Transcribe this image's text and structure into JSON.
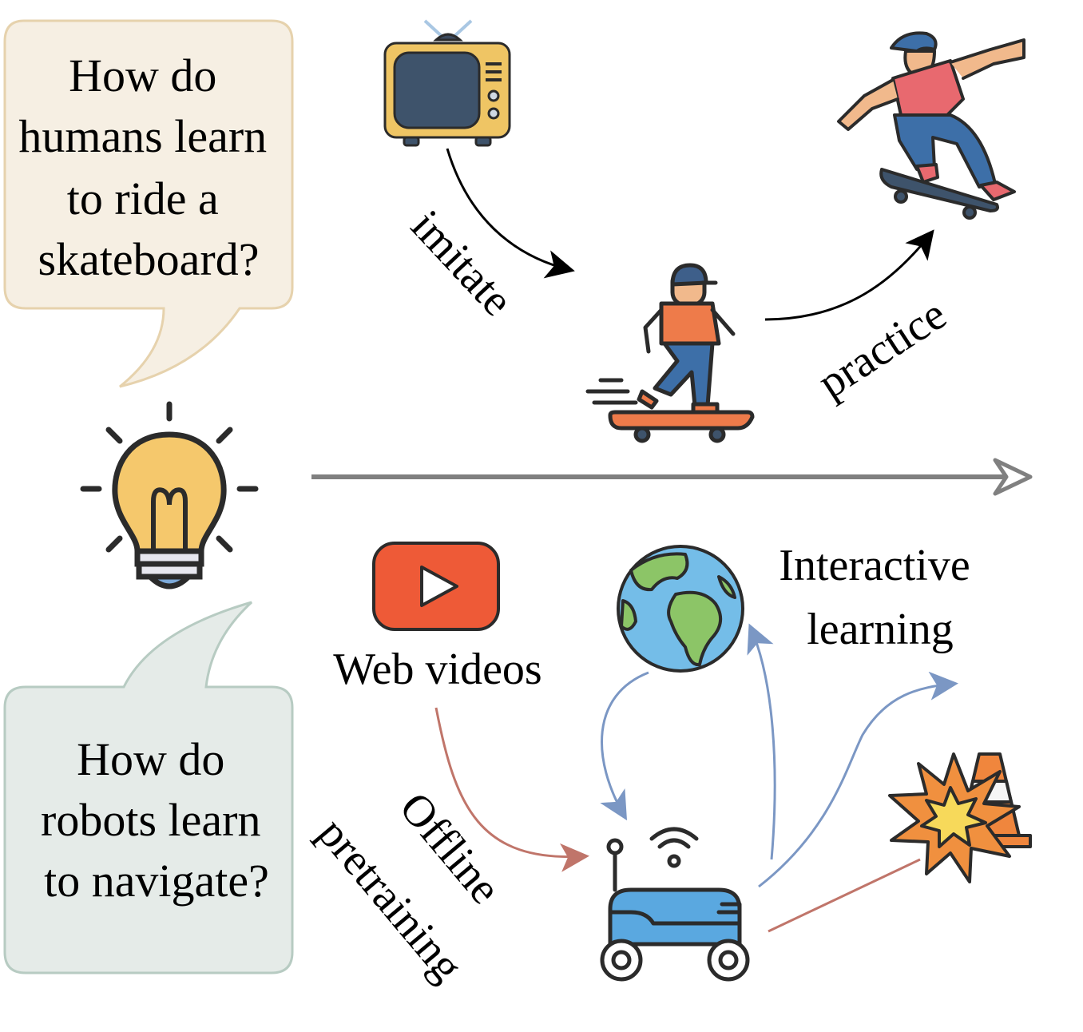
{
  "human_bubble": {
    "lines": [
      "How do",
      "humans learn",
      "to ride a",
      "skateboard?"
    ]
  },
  "robot_bubble": {
    "lines": [
      "How do",
      "robots learn",
      "to navigate?"
    ]
  },
  "labels": {
    "imitate": "imitate",
    "practice": "practice",
    "web_videos": "Web videos",
    "interactive_line1": "Interactive",
    "interactive_line2": "learning",
    "offline": "Offline",
    "pretraining": "pretraining"
  },
  "icons": {
    "tv": "tv-icon",
    "skater_beginner": "skateboarder-beginner-icon",
    "skater_trick": "skateboarder-trick-icon",
    "lightbulb": "lightbulb-icon",
    "youtube": "play-video-icon",
    "globe": "globe-icon",
    "robot": "robot-vehicle-icon",
    "explosion": "explosion-icon",
    "cone": "traffic-cone-icon"
  },
  "colors": {
    "human_bubble_fill": "#f6efe3",
    "human_bubble_stroke": "#e6d2ad",
    "robot_bubble_fill": "#e5ebe8",
    "robot_bubble_stroke": "#b7cbc2",
    "timeline_arrow": "#808080",
    "red_arrow": "#c0756a",
    "blue_arrow": "#7b97c4",
    "outline": "#2b2b2b"
  }
}
